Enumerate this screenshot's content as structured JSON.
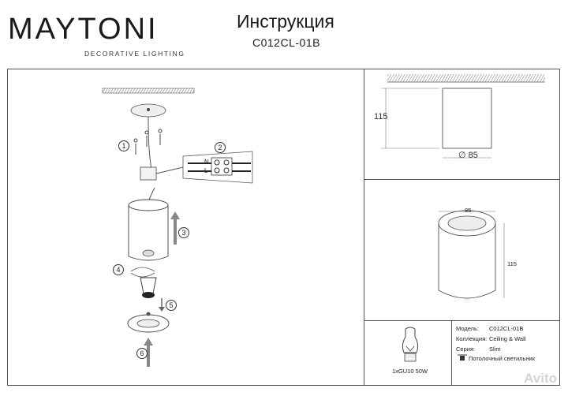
{
  "brand": {
    "name": "MAYTONI",
    "tagline": "DECORATIVE LIGHTING"
  },
  "header": {
    "title": "Инструкция",
    "model": "C012CL-01B"
  },
  "steps": [
    "1",
    "2",
    "3",
    "4",
    "5",
    "6"
  ],
  "wiring": {
    "labels": [
      "N",
      "L"
    ]
  },
  "dimensions": {
    "side_height": "115",
    "side_diameter": "∅ 85",
    "top_width": "85",
    "top_height": "115"
  },
  "lamp": {
    "spec": "1xGU10 50W"
  },
  "specs": [
    {
      "label": "Модель:",
      "value": "C012CL-01B"
    },
    {
      "label": "Коллекция:",
      "value": "Ceiling & Wall"
    },
    {
      "label": "Серия:",
      "value": "Slim"
    },
    {
      "label": "",
      "value": "Потолочный светильник"
    }
  ],
  "watermark": "Avito"
}
